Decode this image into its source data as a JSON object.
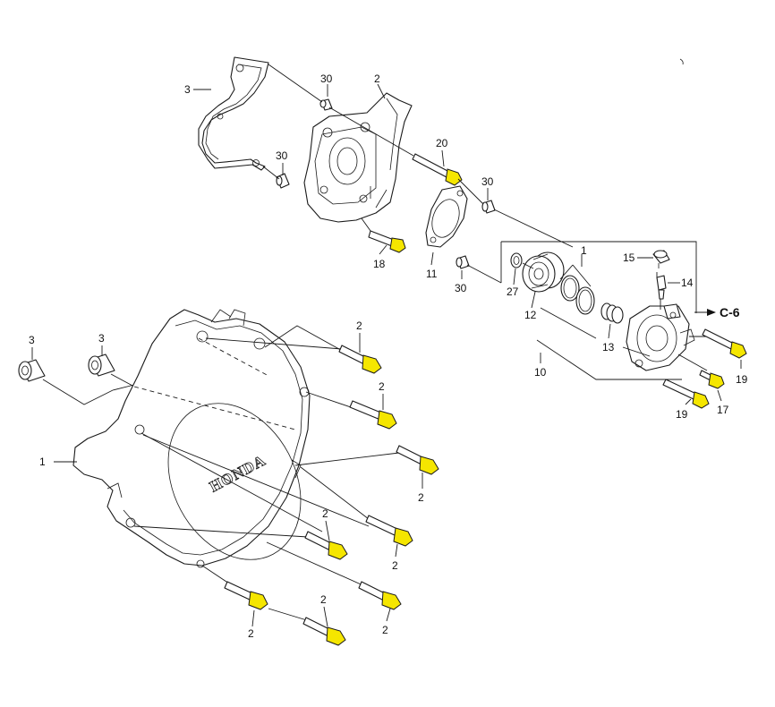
{
  "callouts": {
    "c_3_cover": "3",
    "c_30_a": "30",
    "c_2_sub": "2",
    "c_30_b": "30",
    "c_20": "20",
    "c_30_c": "30",
    "c_18": "18",
    "c_11": "11",
    "c_30_d": "30",
    "c_1_set": "1",
    "c_15": "15",
    "c_14": "14",
    "c_27": "27",
    "c_12": "12",
    "c_13": "13",
    "c_10": "10",
    "c_19_a": "19",
    "c_17": "17",
    "c_19_b": "19",
    "c_3_dowel_a": "3",
    "c_3_dowel_b": "3",
    "c_1_cover": "1",
    "c_2_b1": "2",
    "c_2_b2": "2",
    "c_2_b3": "2",
    "c_2_b4": "2",
    "c_2_b5": "2",
    "c_2_b6": "2",
    "c_2_b7": "2",
    "c_2_b8": "2"
  },
  "reference": {
    "label": "C-6",
    "arrow": "arrow-right-icon"
  },
  "cover_brand": "HONDA",
  "colors": {
    "bolt_head": "#f5e600",
    "line": "#1a1a1a",
    "background": "#ffffff"
  }
}
